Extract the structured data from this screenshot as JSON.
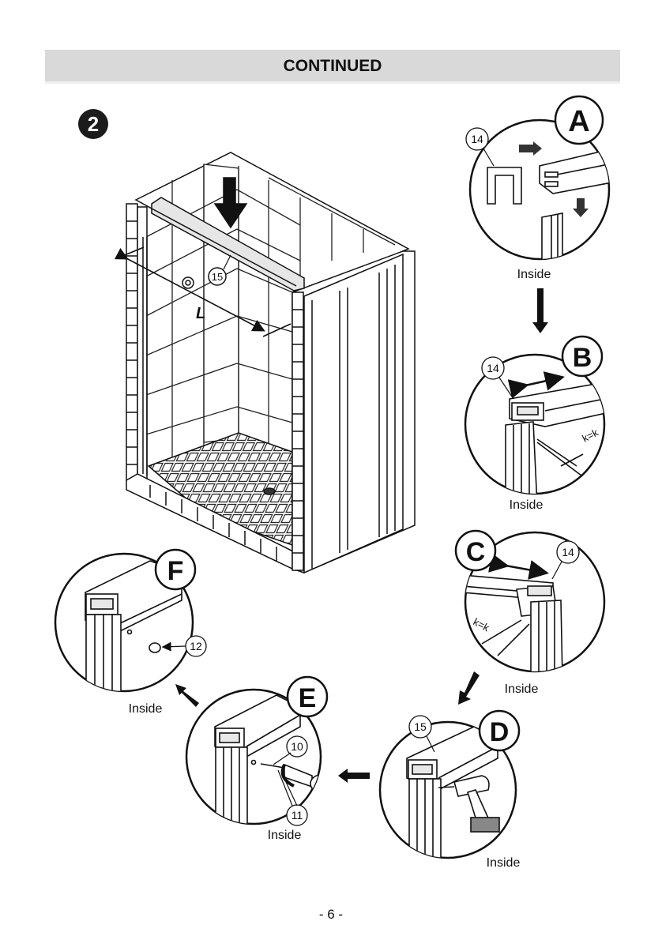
{
  "header": {
    "title": "CONTINUED"
  },
  "step": {
    "number": "2"
  },
  "main_view": {
    "part_label": "15",
    "dimension_label": "L"
  },
  "details": {
    "A": {
      "letter": "A",
      "parts": [
        "14"
      ],
      "caption": "Inside"
    },
    "B": {
      "letter": "B",
      "parts": [
        "14"
      ],
      "caption": "Inside",
      "measure": "k=k"
    },
    "C": {
      "letter": "C",
      "parts": [
        "14"
      ],
      "caption": "Inside",
      "measure": "k=k"
    },
    "D": {
      "letter": "D",
      "parts": [
        "15"
      ],
      "caption": "Inside"
    },
    "E": {
      "letter": "E",
      "parts": [
        "10",
        "11"
      ],
      "caption": "Inside"
    },
    "F": {
      "letter": "F",
      "parts": [
        "12"
      ],
      "caption": "Inside"
    }
  },
  "footer": {
    "page_number": "- 6 -"
  }
}
